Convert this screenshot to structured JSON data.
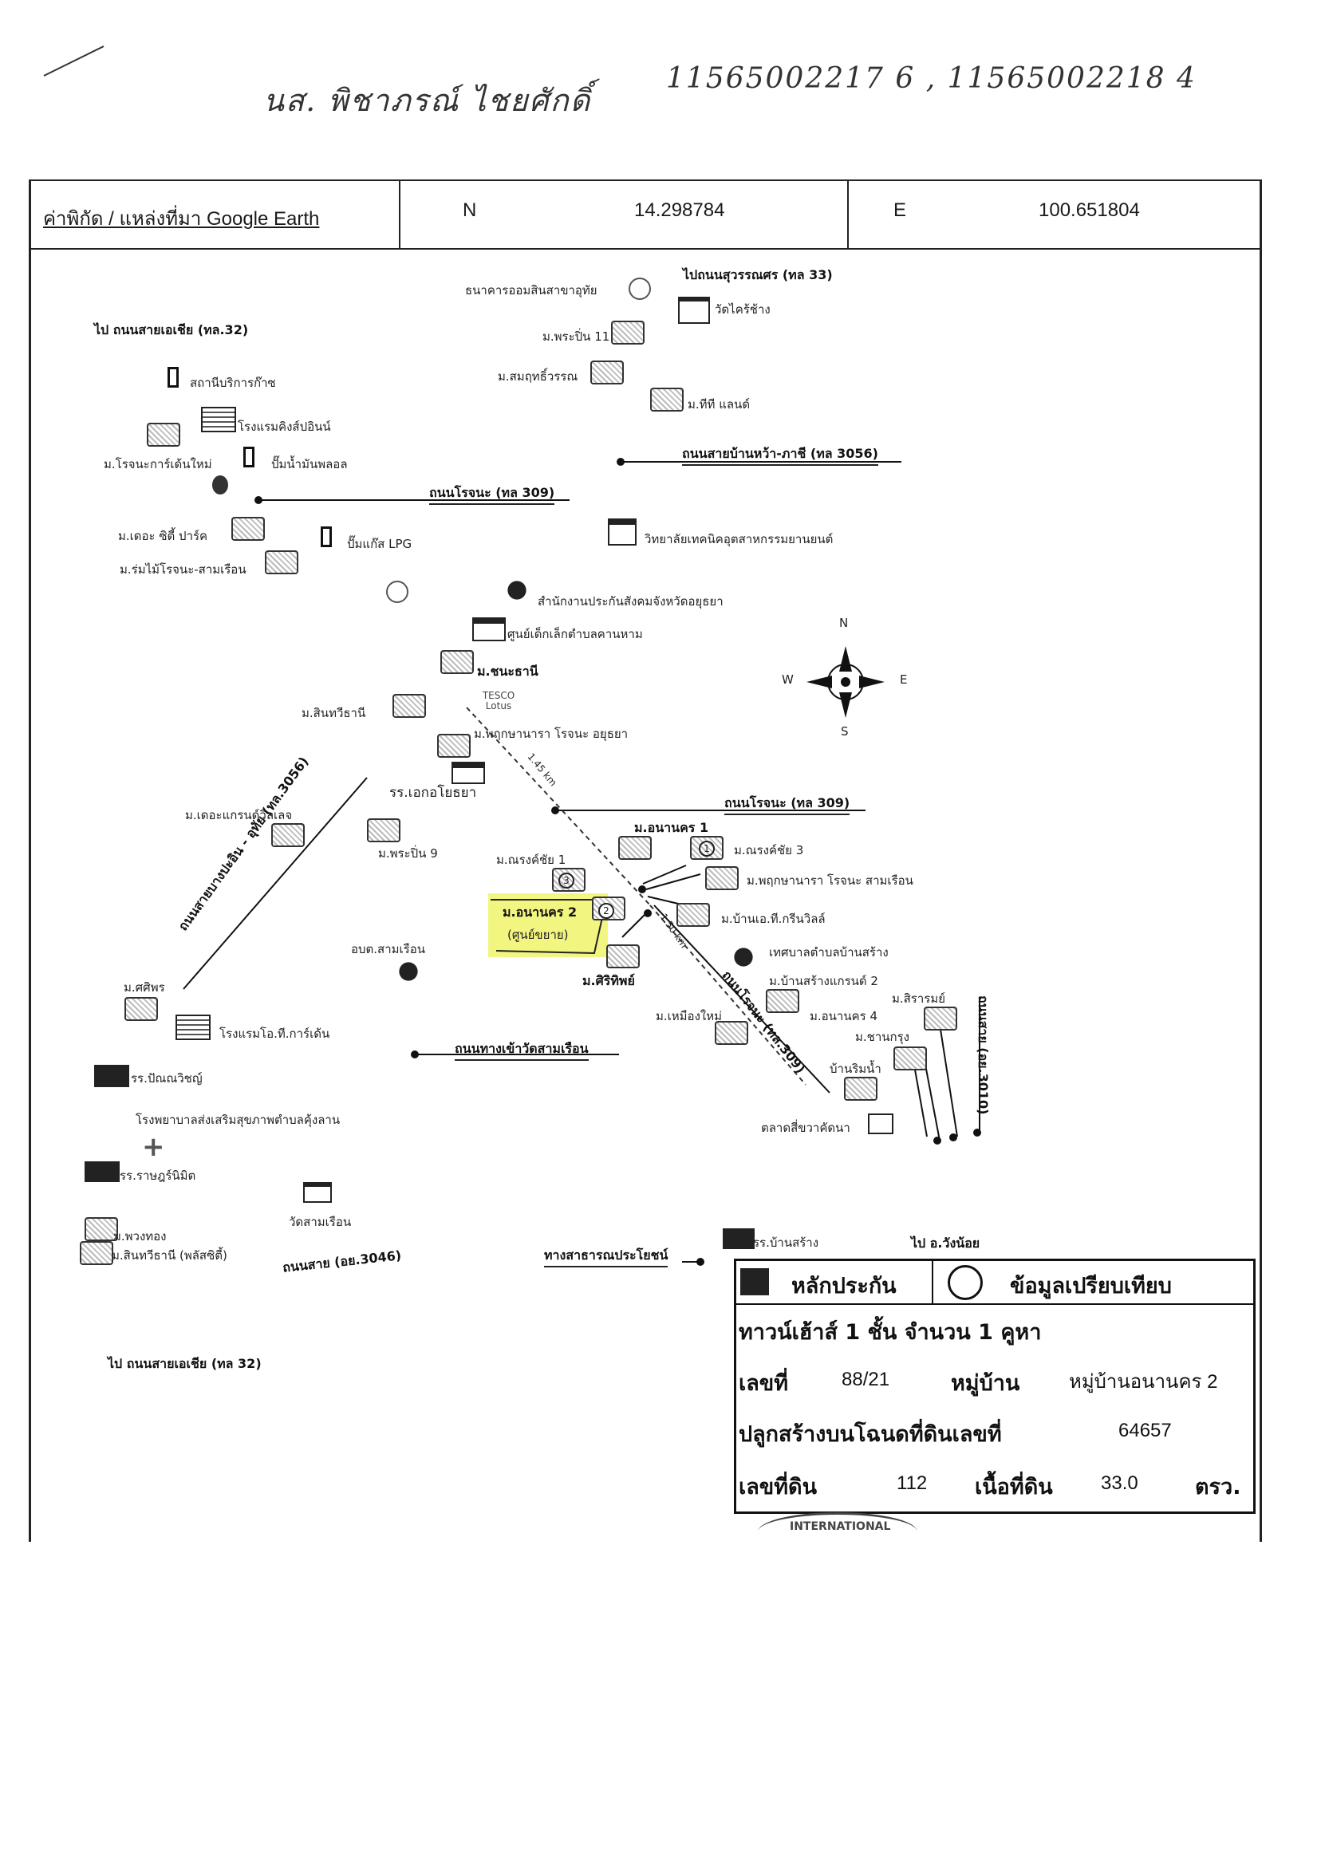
{
  "handwritten": {
    "name": "นส. พิชาภรณ์ ไชยศักดิ์",
    "codes": "11565002217 6 , 11565002218 4"
  },
  "header": {
    "source_label": "ค่าพิกัด / แหล่งที่มา Google Earth",
    "n_label": "N",
    "n_value": "14.298784",
    "e_label": "E",
    "e_value": "100.651804"
  },
  "map": {
    "roads": {
      "asia32_top": "ไป ถนนสายเอเชีย (ทล.32)",
      "suwannasorn": "ไปถนนสุวรรณศร (ทล 33)",
      "rojana309_upper": "ถนนโรจนะ (ทล 309)",
      "banwa_kasi": "ถนนสายบ้านหว้า-ภาชี (ทล 3056)",
      "rojana309_mid": "ถนนโรจนะ (ทล 309)",
      "bangpahan_uthai": "ถนนสายบางปะอิน - อุทัย (ทล.3056)",
      "rojana309_diag": "ถนนโรจนะ (ทล.309)",
      "wat_sam_ruean_road": "ถนนทางเข้าวัดสามเรือน",
      "aysh3010": "ถนนสาย (อย.3010)",
      "aysh3046": "ถนนสาย (อย.3046)",
      "public_way": "ทางสาธารณประโยชน์",
      "asia32_bottom": "ไป ถนนสายเอเชีย (ทล 32)",
      "wang_noi": "ไป อ.วังน้อย"
    },
    "labels": {
      "gsb": "ธนาคารออมสินสาขาอุทัย",
      "wat_khai": "วัดไคร้ช้าง",
      "phrapin11": "ม.พระปิ่น 11",
      "somrit": "ม.สมฤทธิ์วรรณ",
      "gas_station": "สถานีบริการก๊าซ",
      "hotel_top": "โรงแรมคิงส์ปอินน์",
      "rojana_new": "ม.โรจนะการ์เด้นใหม่",
      "oil": "ปั๊มน้ำมันพลอล",
      "tt_land": "ม.ทีที แลนด์",
      "the_city_park": "ม.เดอะ ซิตี้ ปาร์ค",
      "lpg": "ปั๊มแก๊ส LPG",
      "romyai": "ม.ร่มไม้โรจนะ-สามเรือน",
      "college": "วิทยาลัยเทคนิคอุตสาหกรรมยานยนต์",
      "insurance": "สำนักงานประกันสังคมจังหวัดอยุธยา",
      "childcare": "ศูนย์เด็กเล็กตำบลคานหาม",
      "chanathani": "ม.ชนะธานี",
      "tesco": "TESCO Lotus",
      "sinthawee": "ม.สินทวีธานี",
      "pruksa_ayutthaya": "ม.พฤกษานารา โรจนะ อยุธยา",
      "school_ek": "รร.เอกอโยธยา",
      "the_grand_villa": "ม.เดอะแกรนด์วิลเลจ",
      "phrapin9": "ม.พระปิ่น 9",
      "narongchai1": "ม.ณรงค์ชัย 1",
      "anan1": "ม.อนานคร 1",
      "narongchai3": "ม.ณรงค์ชัย 3",
      "pruksa_samruean": "ม.พฤกษานารา โรจนะ สามเรือน",
      "subject": "ม.อนานคร 2",
      "subject_sub": "(ศูนย์ขยาย)",
      "banplus": "ม.บ้านเอ.ที.กรีนวิลล์",
      "obt": "อบต.สามเรือน",
      "siriphon": "ม.ศิริทิพย์",
      "municipality": "เทศบาลตำบลบ้านสร้าง",
      "bansang_grand2": "ม.บ้านสร้างแกรนด์ 2",
      "siriporn": "ม.สิรารมย์",
      "maungmai": "ม.เหมืองใหม่",
      "anan4": "ม.อนานคร 4",
      "chanakorn": "ม.ชานกรุง",
      "banrimnam": "บ้านริมน้ำ",
      "market": "ตลาดสี่ขวาคัดนา",
      "sirikan": "ม.ศศิพร",
      "hotel_ot": "โรงแรมโอ.ที.การ์เด้น",
      "school_pan": "รร.ปัณณวิชญ์",
      "hospital": "โรงพยาบาลส่งเสริมสุขภาพตำบลคุ้งลาน",
      "school_rat": "รร.ราษฎร์นิมิต",
      "wat_sam_ruean": "วัดสามเรือน",
      "paothong": "ม.พวงทอง",
      "sinthawee_plus": "ม.สินทวีธานี (พลัสซิตี้)",
      "school_bansang": "รร.บ้านสร้าง",
      "dist_1": "1.45 km",
      "dist_2": "1.50 km",
      "marker_1": "1",
      "marker_2": "2",
      "marker_3": "3"
    },
    "compass": {
      "n": "N",
      "s": "S",
      "e": "E",
      "w": "W"
    }
  },
  "legend": {
    "collateral": "หลักประกัน",
    "comparison": "ข้อมูลเปรียบเทียบ",
    "property_type": "ทาวน์เฮ้าส์ 1 ชั้น จำนวน 1 คูหา",
    "no_label": "เลขที่",
    "no_value": "88/21",
    "village_label": "หมู่บ้าน",
    "village_value": "หมู่บ้านอนานคร 2",
    "deed_label": "ปลูกสร้างบนโฉนดที่ดินเลขที่",
    "deed_value": "64657",
    "land_no_label": "เลขที่ดิน",
    "land_no_value": "112",
    "area_label": "เนื้อที่ดิน",
    "area_value": "33.0",
    "area_unit": "ตรว."
  },
  "stamp": "INTERNATIONAL"
}
